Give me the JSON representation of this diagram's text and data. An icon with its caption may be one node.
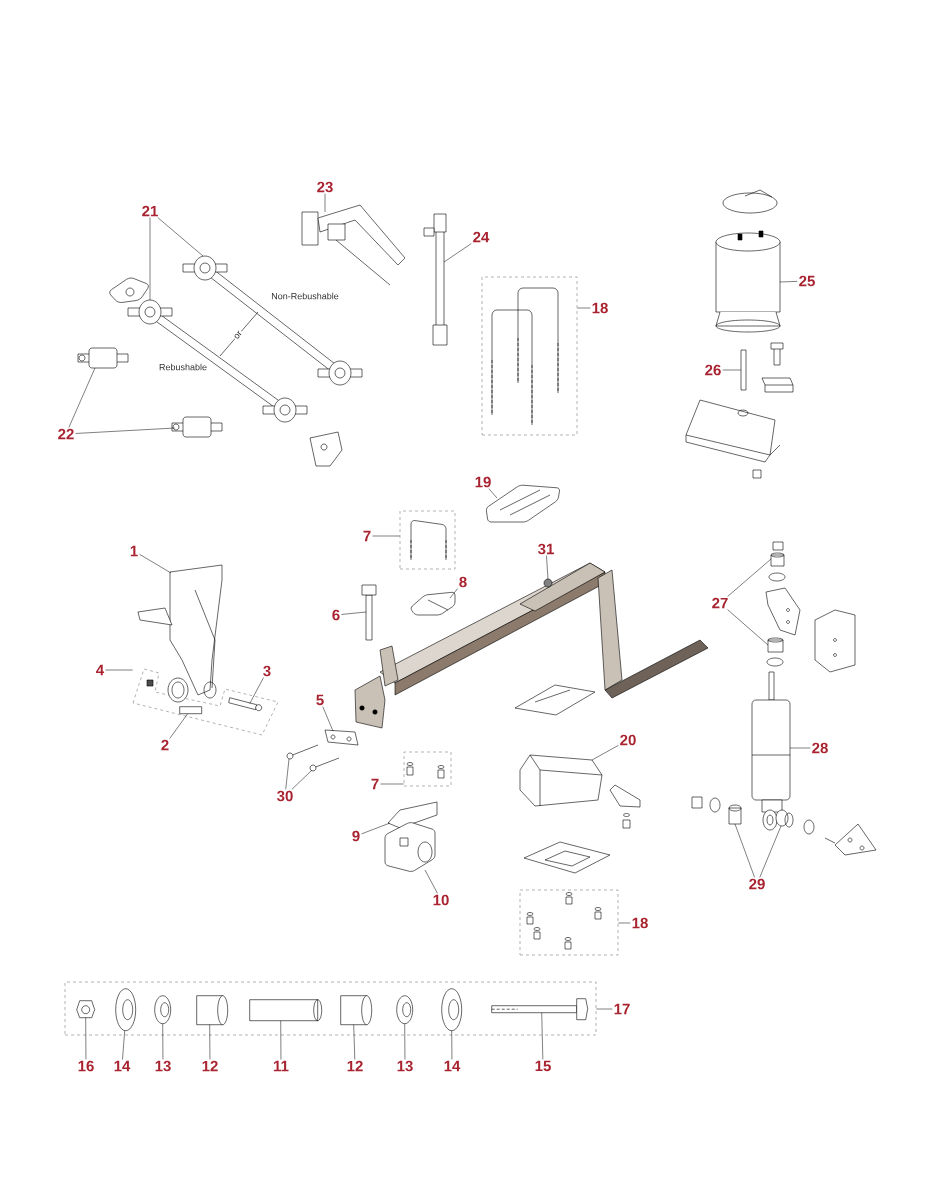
{
  "diagram": {
    "nodes": [
      {
        "text": [
          "23"
        ]
      },
      {
        "text": [
          "21"
        ]
      },
      {
        "text": [
          "24"
        ]
      },
      {
        "text": [],
        "shape": "box"
      },
      {
        "text": [
          "18"
        ]
      },
      {
        "text": [
          "25"
        ]
      },
      {
        "text": [
          "22"
        ]
      },
      {
        "text": [
          "26"
        ]
      },
      {
        "text": [
          "19"
        ]
      },
      {
        "text": [],
        "shape": "box"
      },
      {
        "text": [
          "7"
        ]
      },
      {
        "text": [
          "1"
        ]
      },
      {
        "text": [
          "31"
        ]
      },
      {
        "text": [
          "8"
        ]
      },
      {
        "text": [
          "6"
        ]
      },
      {
        "text": [
          "27"
        ]
      },
      {
        "text": [],
        "shape": "box"
      },
      {
        "text": [
          "4"
        ]
      },
      {
        "text": [
          "3"
        ]
      },
      {
        "text": [
          "5"
        ]
      },
      {
        "text": [
          "2"
        ]
      },
      {
        "text": [
          "20"
        ]
      },
      {
        "text": [
          "28"
        ]
      },
      {
        "text": [],
        "shape": "box"
      },
      {
        "text": [
          "7"
        ]
      },
      {
        "text": [
          "30"
        ]
      },
      {
        "text": [
          "9"
        ]
      },
      {
        "text": [
          "29"
        ]
      },
      {
        "text": [
          "10"
        ]
      },
      {
        "text": [],
        "shape": "box"
      },
      {
        "text": [
          "18"
        ]
      },
      {
        "text": [],
        "shape": "box"
      },
      {
        "text": [
          "17"
        ]
      },
      {
        "text": [
          "16"
        ]
      },
      {
        "text": [
          "14"
        ]
      },
      {
        "text": [
          "13"
        ]
      },
      {
        "text": [
          "12"
        ]
      },
      {
        "text": [
          "11"
        ]
      },
      {
        "text": [
          "12"
        ]
      },
      {
        "text": [
          "13"
        ]
      },
      {
        "text": [
          "14"
        ]
      },
      {
        "text": [
          "15"
        ]
      },
      {
        "text": [],
        "shape": "picture"
      },
      {
        "text": [],
        "shape": "picture"
      },
      {
        "text": [],
        "shape": "picture"
      },
      {
        "text": [],
        "shape": "picture"
      },
      {
        "text": [],
        "shape": "cylinder"
      },
      {
        "text": [],
        "shape": "cylinder"
      },
      {
        "text": [],
        "shape": "cylinder"
      },
      {
        "text": [],
        "shape": "bar"
      },
      {
        "text": [],
        "shape": "picture"
      },
      {
        "text": [],
        "shape": "picture"
      },
      {
        "text": [],
        "shape": "circle"
      },
      {
        "text": [],
        "shape": "picture"
      },
      {
        "text": [],
        "shape": "picture"
      },
      {
        "text": [],
        "shape": "cylinder"
      },
      {
        "text": [],
        "shape": "cylinder"
      },
      {
        "text": [],
        "shape": "bar",
        "in": 16
      },
      {
        "text": [],
        "shape": "picture"
      },
      {
        "text": [],
        "shape": "bar",
        "in": 16
      },
      {
        "text": [],
        "shape": "picture"
      },
      {
        "text": [],
        "shape": "picture"
      },
      {
        "text": [],
        "shape": "picture"
      },
      {
        "text": [],
        "shape": "picture"
      },
      {
        "text": [],
        "shape": "picture"
      },
      {
        "text": [],
        "shape": "cylinder"
      },
      {
        "text": [],
        "shape": "cylinder"
      },
      {
        "text": [],
        "shape": "picture"
      },
      {
        "text": [],
        "shape": "picture",
        "in": 31
      },
      {
        "text": [],
        "shape": "picture",
        "in": 31
      },
      {
        "text": [],
        "shape": "picture",
        "in": 31
      },
      {
        "text": [],
        "shape": "cylinder",
        "in": 31
      },
      {
        "text": [],
        "shape": "cylinder",
        "in": 31
      },
      {
        "text": [],
        "shape": "cylinder",
        "in": 31
      },
      {
        "text": [],
        "shape": "picture",
        "in": 31
      },
      {
        "text": [],
        "shape": "picture",
        "in": 31
      },
      {
        "text": [],
        "shape": "picture",
        "in": 31
      }
    ],
    "edges": [
      {
        "from": 0,
        "to": 42,
        "arrow": "none"
      },
      {
        "from": 1,
        "to": 43,
        "arrow": "none"
      },
      {
        "from": 1,
        "to": 44,
        "arrow": "none"
      },
      {
        "from": 2,
        "to": 45,
        "arrow": "none"
      },
      {
        "from": 4,
        "to": 3,
        "arrow": "none"
      },
      {
        "from": 5,
        "to": 46,
        "arrow": "none"
      },
      {
        "from": 6,
        "to": 47,
        "arrow": "none"
      },
      {
        "from": 6,
        "to": 48,
        "arrow": "none"
      },
      {
        "from": 7,
        "to": 49,
        "arrow": "none"
      },
      {
        "from": 8,
        "to": 50,
        "arrow": "none"
      },
      {
        "from": 10,
        "to": 9,
        "arrow": "none"
      },
      {
        "from": 11,
        "to": 51,
        "arrow": "none"
      },
      {
        "from": 12,
        "to": 52,
        "arrow": "none"
      },
      {
        "from": 13,
        "to": 53,
        "arrow": "none"
      },
      {
        "from": 14,
        "to": 54,
        "arrow": "none"
      },
      {
        "from": 15,
        "to": 55,
        "arrow": "none"
      },
      {
        "from": 15,
        "to": 56,
        "arrow": "none"
      },
      {
        "from": 17,
        "to": 16,
        "arrow": "none"
      },
      {
        "from": 18,
        "to": 57,
        "arrow": "none"
      },
      {
        "from": 19,
        "to": 58,
        "arrow": "none"
      },
      {
        "from": 20,
        "to": 59,
        "arrow": "none"
      },
      {
        "from": 21,
        "to": 60,
        "arrow": "none"
      },
      {
        "from": 22,
        "to": 61,
        "arrow": "none"
      },
      {
        "from": 24,
        "to": 23,
        "arrow": "none"
      },
      {
        "from": 25,
        "to": 62,
        "arrow": "none"
      },
      {
        "from": 25,
        "to": 63,
        "arrow": "none"
      },
      {
        "from": 26,
        "to": 64,
        "arrow": "none"
      },
      {
        "from": 27,
        "to": 65,
        "arrow": "none"
      },
      {
        "from": 27,
        "to": 66,
        "arrow": "none"
      },
      {
        "from": 28,
        "to": 67,
        "arrow": "none"
      },
      {
        "from": 30,
        "to": 29,
        "arrow": "none"
      },
      {
        "from": 32,
        "to": 31,
        "arrow": "none"
      },
      {
        "from": 33,
        "to": 68,
        "arrow": "none"
      },
      {
        "from": 34,
        "to": 69,
        "arrow": "none"
      },
      {
        "from": 35,
        "to": 70,
        "arrow": "none"
      },
      {
        "from": 36,
        "to": 71,
        "arrow": "none"
      },
      {
        "from": 37,
        "to": 72,
        "arrow": "none"
      },
      {
        "from": 38,
        "to": 73,
        "arrow": "none"
      },
      {
        "from": 39,
        "to": 74,
        "arrow": "none"
      },
      {
        "from": 40,
        "to": 75,
        "arrow": "none"
      },
      {
        "from": 41,
        "to": 76,
        "arrow": "none"
      }
    ],
    "labels": [
      "Non-Rebushable",
      "or",
      "Rebushable"
    ]
  }
}
